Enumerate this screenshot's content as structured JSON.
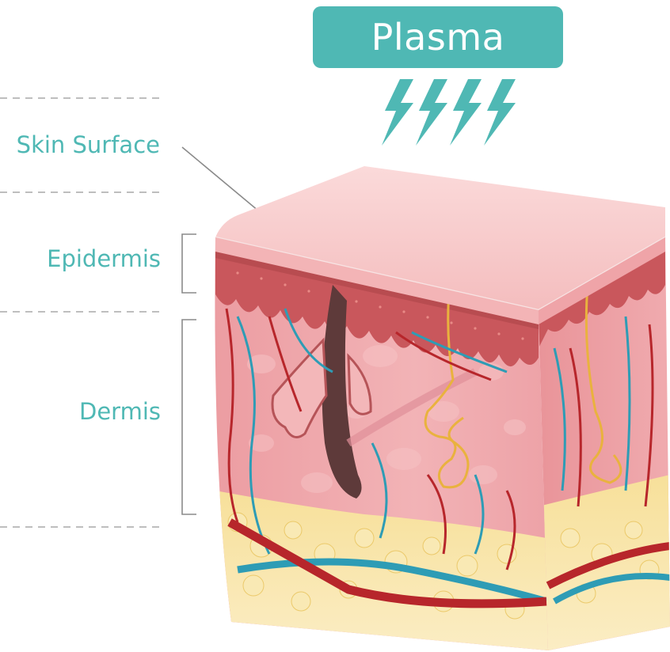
{
  "badge": {
    "label": "Plasma"
  },
  "layers": [
    {
      "key": "skin_surface",
      "label": "Skin Surface"
    },
    {
      "key": "epidermis",
      "label": "Epidermis"
    },
    {
      "key": "dermis",
      "label": "Dermis"
    }
  ],
  "colors": {
    "accent": "#4FB8B4",
    "text": "#4FB8B4",
    "guide": "#9a9a9a",
    "surface": "#F8CFCF",
    "epidermis": "#C85A5E",
    "dermis": "#EFA8AC",
    "fat": "#F8E3A0",
    "artery": "#B7262B",
    "vein": "#2E9CB5",
    "nerve": "#E9B23E"
  },
  "icons": [
    "lightning-bolt-icon",
    "lightning-bolt-icon",
    "lightning-bolt-icon",
    "lightning-bolt-icon"
  ]
}
